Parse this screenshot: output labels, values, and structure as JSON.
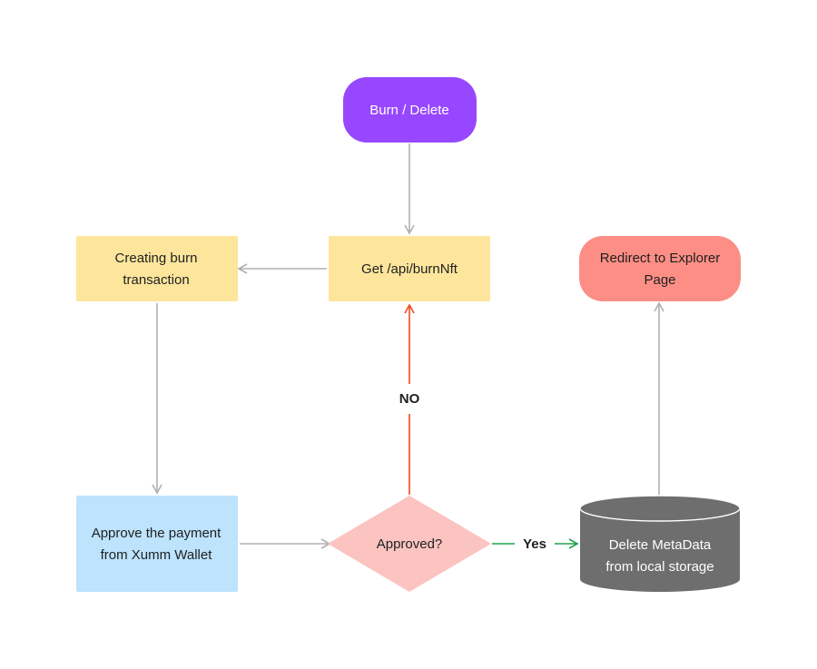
{
  "nodes": {
    "start": {
      "label": "Burn / Delete",
      "shape": "rounded-pill",
      "fill": "#9747ff",
      "text_color": "#ffffff"
    },
    "get_api": {
      "label": "Get /api/burnNft",
      "shape": "rectangle",
      "fill": "#fde69c"
    },
    "creating_tx": {
      "lines": [
        "Creating burn",
        "transaction"
      ],
      "shape": "rectangle",
      "fill": "#fde69c"
    },
    "approve_payment": {
      "lines": [
        "Approve the payment",
        "from Xumm Wallet"
      ],
      "shape": "rectangle",
      "fill": "#bde3fd"
    },
    "approved_decision": {
      "label": "Approved?",
      "shape": "diamond",
      "fill": "#fbc4c0"
    },
    "delete_metadata": {
      "lines": [
        "Delete MetaData",
        "from local storage"
      ],
      "shape": "cylinder",
      "fill": "#6e6e6e",
      "text_color": "#ffffff"
    },
    "redirect": {
      "lines": [
        "Redirect to Explorer",
        "Page"
      ],
      "shape": "rounded-pill",
      "fill": "#fd8e86"
    }
  },
  "edges": {
    "no_label": "NO",
    "yes_label": "Yes"
  },
  "colors": {
    "edge_default": "#b0b0b0",
    "edge_no": "#f24822",
    "edge_yes": "#1ba34a"
  }
}
